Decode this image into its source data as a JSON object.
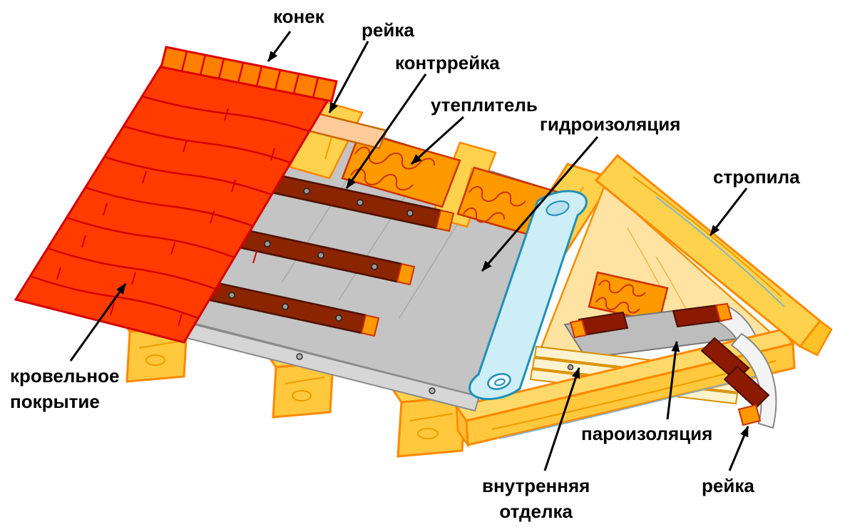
{
  "diagram": {
    "type": "roof-construction-layers",
    "language": "ru",
    "labels": {
      "konek": "конек",
      "reika_top": "рейка",
      "kontrreika": "контррейка",
      "uteplitel": "утеплитель",
      "gidroizolyatsiya": "гидроизоляция",
      "stropila": "стропила",
      "krovelnoe_pokrytie": "кровельное\nпокрытие",
      "paroizolyatsiya": "пароизоляция",
      "vnutrennyaya_otdelka": "внутренняя\nотделка",
      "reika_bottom": "рейка"
    },
    "colors": {
      "background": "#ffffff",
      "label_text": "#000000",
      "roof_tile_red": "#ff3b00",
      "roof_tile_outline": "#d40000",
      "ridge_orange": "#ff7f00",
      "wood_yellow": "#ffd24d",
      "wood_outline": "#ff8800",
      "counter_batten_brown": "#8b2500",
      "batten_cap_orange": "#ff9900",
      "membrane_gray": "#c4c4c4",
      "roll_blue_fill": "#cdeef7",
      "roll_blue_outline": "#1f8fb5",
      "insulation_orange": "#ff9900",
      "insulation_scribble": "#cc3300",
      "vapor_batten_dark_red": "#8b1a00",
      "ridge_lath_peach": "#ffcc99",
      "plank_cream": "#fff3cf"
    }
  }
}
